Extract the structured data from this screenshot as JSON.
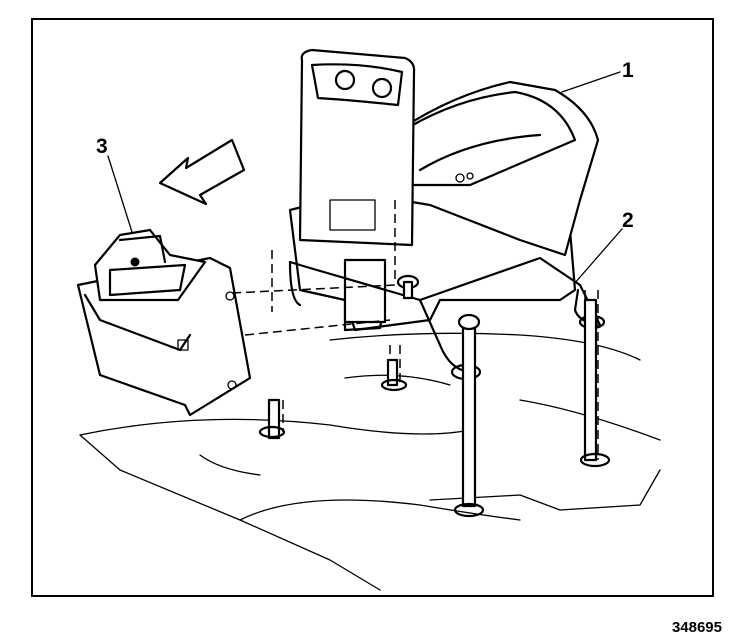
{
  "callouts": [
    {
      "id": "1",
      "label": "1"
    },
    {
      "id": "2",
      "label": "2"
    },
    {
      "id": "3",
      "label": "3"
    }
  ],
  "figure_number": "348695"
}
